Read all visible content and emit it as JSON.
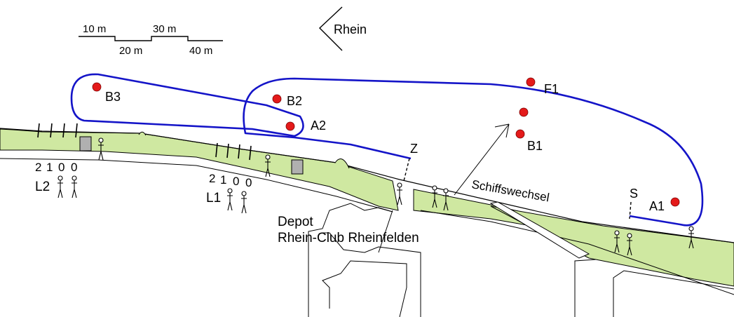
{
  "colors": {
    "course": "#1414c8",
    "buoy": "#e41a1a",
    "grass": "#cfe8a1",
    "line": "#000000"
  },
  "river_label": "Rhein",
  "scale": {
    "labels_top": [
      "10 m",
      "30 m"
    ],
    "labels_bottom": [
      "20 m",
      "40 m"
    ]
  },
  "buoys": [
    {
      "id": "B3",
      "label": "B3"
    },
    {
      "id": "B2",
      "label": "B2"
    },
    {
      "id": "A2",
      "label": "A2"
    },
    {
      "id": "F1",
      "label": "F1"
    },
    {
      "id": "unlabeled",
      "label": ""
    },
    {
      "id": "B1",
      "label": "B1"
    },
    {
      "id": "A1",
      "label": "A1"
    }
  ],
  "markers": {
    "start_z": "Z",
    "start_s": "S"
  },
  "landing_L2": {
    "label": "L2",
    "distances": [
      "2",
      "1",
      "0",
      "0"
    ]
  },
  "landing_L1": {
    "label": "L1",
    "distances": [
      "2",
      "1",
      "0",
      "0"
    ]
  },
  "depot": {
    "line1": "Depot",
    "line2": "Rhein-Club Rheinfelden"
  },
  "exchange_label": "Schiffswechsel"
}
